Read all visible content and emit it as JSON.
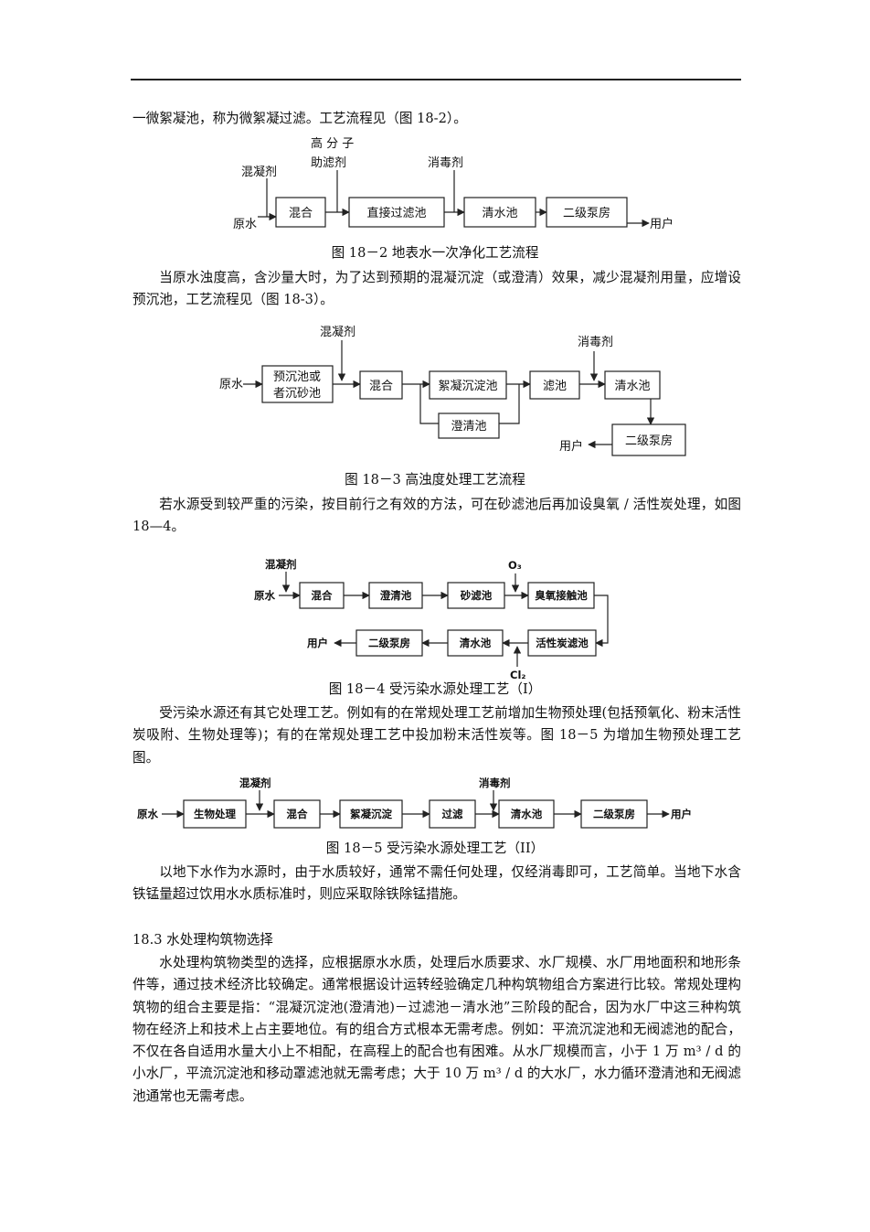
{
  "texts": {
    "p0": "一微絮凝池，称为微絮凝过滤。工艺流程见（图 18-2）。",
    "cap2": "图 18－2  地表水一次净化工艺流程",
    "p1": "当原水浊度高，含沙量大时，为了达到预期的混凝沉淀（或澄清）效果，减少混凝剂用量，应增设预沉池，工艺流程见（图 18-3）。",
    "cap3": "图 18－3  高浊度处理工艺流程",
    "p2": "若水源受到较严重的污染，按目前行之有效的方法，可在砂滤池后再加设臭氧 / 活性炭处理，如图 18—4。",
    "cap4": "图 18－4 受污染水源处理工艺（I）",
    "p3": "受污染水源还有其它处理工艺。例如有的在常规处理工艺前增加生物预处理(包括预氧化、粉末活性炭吸附、生物处理等)；有的在常规处理工艺中投加粉末活性炭等。图 18－5 为增加生物预处理工艺图。",
    "cap5": "图 18－5 受污染水源处理工艺（II）",
    "p4": "以地下水作为水源时，由于水质较好，通常不需任何处理，仅经消毒即可，工艺简单。当地下水含铁锰量超过饮用水水质标准时，则应采取除铁除锰措施。",
    "heading": "18.3  水处理构筑物选择",
    "p5": "水处理构筑物类型的选择，应根据原水水质，处理后水质要求、水厂规模、水厂用地面积和地形条件等，通过技术经济比较确定。通常根据设计运转经验确定几种构筑物组合方案进行比较。常规处理构筑物的组合主要是指：“混凝沉淀池(澄清池)－过滤池－清水池”三阶段的配合，因为水厂中这三种构筑物在经济上和技术上占主要地位。有的组合方式根本无需考虑。例如：平流沉淀池和无阀滤池的配合，不仅在各自适用水量大小上不相配，在高程上的配合也有困难。从水厂规模而言，小于 1 万 m³ / d 的小水厂，平流沉淀池和移动罩滤池就无需考虑；大于 10 万 m³ / d 的大水厂，水力循环澄清池和无阀滤池通常也无需考虑。"
  },
  "fig2": {
    "coagulant": "混凝剂",
    "aid1": "高 分 子",
    "aid2": "助滤剂",
    "disinfectant": "消毒剂",
    "raw": "原水",
    "user": "用户",
    "boxes": [
      "混合",
      "直接过滤池",
      "清水池",
      "二级泵房"
    ]
  },
  "fig3": {
    "coagulant": "混凝剂",
    "disinfectant": "消毒剂",
    "raw": "原水",
    "user": "用户",
    "presettle1": "预沉池或",
    "presettle2": "者沉砂池",
    "mix": "混合",
    "floc": "絮凝沉淀池",
    "clar": "澄清池",
    "filter": "滤池",
    "clear": "清水池",
    "pump": "二级泵房"
  },
  "fig4": {
    "coagulant": "混凝剂",
    "raw": "原水",
    "user": "用户",
    "o3": "O₃",
    "cl2": "Cl₂",
    "mix": "混合",
    "clar": "澄清池",
    "sand": "砂滤池",
    "ozone": "臭氧接触池",
    "pump": "二级泵房",
    "clear": "清水池",
    "carbon": "活性炭滤池"
  },
  "fig5": {
    "coagulant": "混凝剂",
    "disinfectant": "消毒剂",
    "raw": "原水",
    "user": "用户",
    "bio": "生物处理",
    "mix": "混合",
    "floc": "絮凝沉淀",
    "filter": "过滤",
    "clear": "清水池",
    "pump": "二级泵房"
  }
}
